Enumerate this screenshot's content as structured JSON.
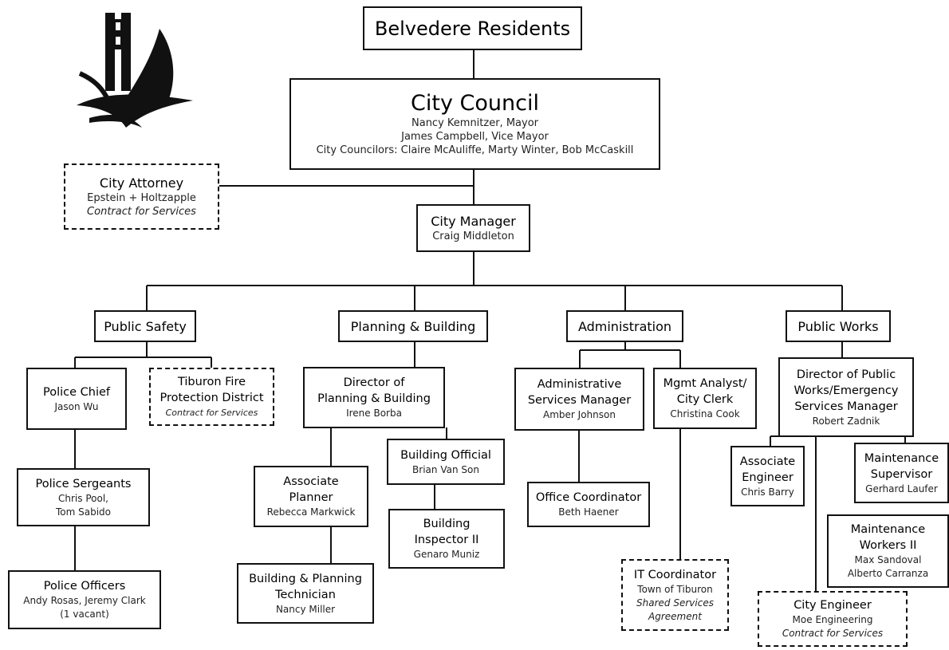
{
  "residents": {
    "title": "Belvedere Residents"
  },
  "council": {
    "title": "City Council",
    "members": [
      "Nancy Kemnitzer, Mayor",
      "James Campbell, Vice Mayor",
      "City Councilors: Claire McAuliffe, Marty Winter, Bob McCaskill"
    ]
  },
  "attorney": {
    "title": "City Attorney",
    "name": "Epstein + Holtzapple",
    "note": "Contract for Services"
  },
  "manager": {
    "title": "City Manager",
    "name": "Craig Middleton"
  },
  "departments": {
    "public_safety": "Public Safety",
    "planning": "Planning & Building",
    "administration": "Administration",
    "public_works": "Public Works"
  },
  "public_safety": {
    "police_chief": {
      "title": "Police Chief",
      "name": "Jason Wu"
    },
    "fire": {
      "title_line1": "Tiburon Fire",
      "title_line2": "Protection District",
      "note": "Contract for Services"
    },
    "sergeants": {
      "title": "Police Sergeants",
      "name_line1": "Chris Pool,",
      "name_line2": "Tom Sabido"
    },
    "officers": {
      "title": "Police Officers",
      "name_line1": "Andy Rosas, Jeremy Clark",
      "name_line2": "(1 vacant)"
    }
  },
  "planning": {
    "director": {
      "title_line1": "Director of",
      "title_line2": "Planning & Building",
      "name": "Irene Borba"
    },
    "associate_planner": {
      "title_line1": "Associate",
      "title_line2": "Planner",
      "name": "Rebecca Markwick"
    },
    "technician": {
      "title_line1": "Building & Planning",
      "title_line2": "Technician",
      "name": "Nancy Miller"
    },
    "building_official": {
      "title": "Building Official",
      "name": "Brian Van Son"
    },
    "inspector": {
      "title_line1": "Building",
      "title_line2": "Inspector II",
      "name": "Genaro Muniz"
    }
  },
  "administration": {
    "services_manager": {
      "title_line1": "Administrative",
      "title_line2": "Services Manager",
      "name": "Amber Johnson"
    },
    "clerk": {
      "title_line1": "Mgmt Analyst/",
      "title_line2": "City Clerk",
      "name": "Christina Cook"
    },
    "office_coordinator": {
      "title": "Office Coordinator",
      "name": "Beth Haener"
    },
    "it_coordinator": {
      "title": "IT Coordinator",
      "name": "Town of Tiburon",
      "note_line1": "Shared Services",
      "note_line2": "Agreement"
    }
  },
  "public_works": {
    "director": {
      "title_line1": "Director of Public",
      "title_line2": "Works/Emergency",
      "title_line3": "Services Manager",
      "name": "Robert Zadnik"
    },
    "associate_engineer": {
      "title_line1": "Associate",
      "title_line2": "Engineer",
      "name": "Chris Barry"
    },
    "maintenance_supervisor": {
      "title_line1": "Maintenance",
      "title_line2": "Supervisor",
      "name": "Gerhard Laufer"
    },
    "maintenance_workers": {
      "title_line1": "Maintenance",
      "title_line2": "Workers II",
      "name_line1": "Max Sandoval",
      "name_line2": "Alberto Carranza"
    },
    "city_engineer": {
      "title": "City Engineer",
      "name": "Moe Engineering",
      "note": "Contract for Services"
    }
  },
  "colors": {
    "line": "#111111",
    "text": "#000000"
  }
}
